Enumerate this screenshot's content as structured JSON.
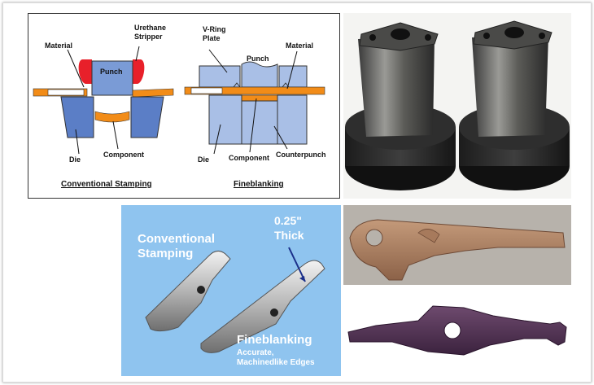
{
  "diagram": {
    "conventional": {
      "material": "Material",
      "urethane_line1": "Urethane",
      "urethane_line2": "Stripper",
      "punch": "Punch",
      "die": "Die",
      "component": "Component",
      "caption": "Conventional Stamping"
    },
    "fineblanking": {
      "vring_line1": "V-Ring",
      "vring_line2": "Plate",
      "punch": "Punch",
      "material": "Material",
      "die": "Die",
      "component": "Component",
      "counterpunch": "Counterpunch",
      "caption": "Fineblanking"
    },
    "colors": {
      "die_blue": "#5b7ec6",
      "die_light": "#a9bfe6",
      "material_orange": "#f28c18",
      "urethane_red": "#e8202a"
    }
  },
  "comparison": {
    "thickness_line1": "0.25\"",
    "thickness_line2": "Thick",
    "conventional_line1": "Conventional",
    "conventional_line2": "Stamping",
    "fineblanking_title": "Fineblanking",
    "fineblanking_sub1": "Accurate,",
    "fineblanking_sub2": "Machinedlike Edges",
    "background": "#8fc4ef"
  }
}
